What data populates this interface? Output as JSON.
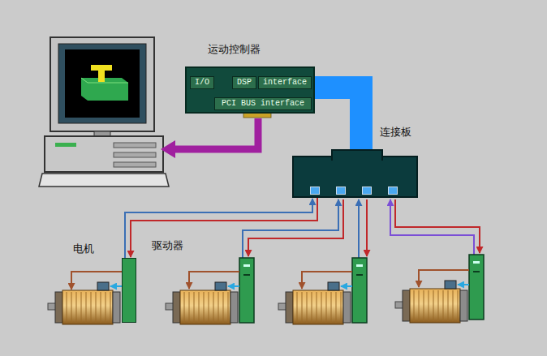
{
  "diagram": {
    "nodes": [
      {
        "text": [
          "运动控制器"
        ]
      },
      {
        "text": [
          "I/O"
        ],
        "in": 0
      },
      {
        "text": [
          "DSP"
        ],
        "in": 0
      },
      {
        "text": [
          "interface"
        ],
        "in": 0
      },
      {
        "text": [
          "PCI BUS interface"
        ],
        "in": 0
      },
      {
        "text": [
          "连接板"
        ]
      },
      {
        "text": [
          "驱动器"
        ]
      },
      {
        "text": [
          "电机"
        ]
      }
    ],
    "edges": [
      {
        "from": 0,
        "to": 5,
        "arrow": "none"
      },
      {
        "from": 5,
        "to": 6,
        "arrow": "to"
      },
      {
        "from": 6,
        "to": 5,
        "arrow": "to"
      },
      {
        "from": 6,
        "to": 7,
        "arrow": "to"
      }
    ]
  }
}
